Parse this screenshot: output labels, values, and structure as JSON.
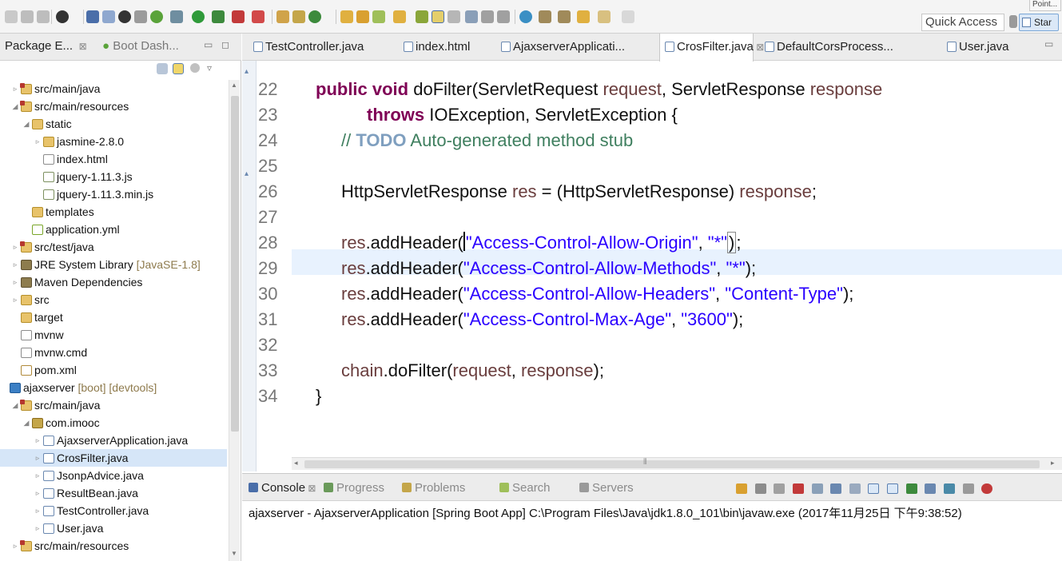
{
  "toolbar": {
    "quick_access_placeholder": "Quick Access",
    "perspective_label": "Star",
    "perspective_top": "Point..."
  },
  "package_explorer": {
    "tab_label": "Package E...",
    "boot_dashboard_label": "Boot Dash...",
    "tree": [
      {
        "label": "src/main/java",
        "suffix": "",
        "icon": "source-folder-icon",
        "level": 0,
        "twisty": "▹"
      },
      {
        "label": "src/main/resources",
        "suffix": "",
        "icon": "source-folder-icon",
        "level": 0,
        "twisty": "◢"
      },
      {
        "label": "static",
        "suffix": "",
        "icon": "folder-icon",
        "level": 1,
        "twisty": "◢"
      },
      {
        "label": "jasmine-2.8.0",
        "suffix": "",
        "icon": "folder-icon",
        "level": 2,
        "twisty": "▹"
      },
      {
        "label": "index.html",
        "suffix": "",
        "icon": "file-icon",
        "level": 2,
        "twisty": ""
      },
      {
        "label": "jquery-1.11.3.js",
        "suffix": "",
        "icon": "js-file-icon",
        "level": 2,
        "twisty": ""
      },
      {
        "label": "jquery-1.11.3.min.js",
        "suffix": "",
        "icon": "js-file-icon",
        "level": 2,
        "twisty": ""
      },
      {
        "label": "templates",
        "suffix": "",
        "icon": "folder-icon",
        "level": 1,
        "twisty": ""
      },
      {
        "label": "application.yml",
        "suffix": "",
        "icon": "yml-file-icon",
        "level": 1,
        "twisty": ""
      },
      {
        "label": "src/test/java",
        "suffix": "",
        "icon": "source-folder-icon",
        "level": 0,
        "twisty": "▹"
      },
      {
        "label": "JRE System Library",
        "suffix": "[JavaSE-1.8]",
        "icon": "library-icon",
        "level": 0,
        "twisty": "▹"
      },
      {
        "label": "Maven Dependencies",
        "suffix": "",
        "icon": "library-icon",
        "level": 0,
        "twisty": "▹"
      },
      {
        "label": "src",
        "suffix": "",
        "icon": "folder-icon",
        "level": 0,
        "twisty": "▹"
      },
      {
        "label": "target",
        "suffix": "",
        "icon": "folder-icon",
        "level": 0,
        "twisty": ""
      },
      {
        "label": "mvnw",
        "suffix": "",
        "icon": "file-icon",
        "level": 0,
        "twisty": ""
      },
      {
        "label": "mvnw.cmd",
        "suffix": "",
        "icon": "file-icon",
        "level": 0,
        "twisty": ""
      },
      {
        "label": "pom.xml",
        "suffix": "",
        "icon": "xml-file-icon",
        "level": 0,
        "twisty": ""
      },
      {
        "label": "ajaxserver",
        "suffix": "[boot] [devtools]",
        "icon": "project-icon",
        "level": -1,
        "twisty": ""
      },
      {
        "label": "src/main/java",
        "suffix": "",
        "icon": "source-folder-icon",
        "level": 0,
        "twisty": "◢"
      },
      {
        "label": "com.imooc",
        "suffix": "",
        "icon": "package-icon",
        "level": 1,
        "twisty": "◢"
      },
      {
        "label": "AjaxserverApplication.java",
        "suffix": "",
        "icon": "java-file-icon",
        "level": 2,
        "twisty": "▹"
      },
      {
        "label": "CrosFilter.java",
        "suffix": "",
        "icon": "java-file-icon",
        "level": 2,
        "twisty": "▹",
        "selected": true
      },
      {
        "label": "JsonpAdvice.java",
        "suffix": "",
        "icon": "java-file-icon",
        "level": 2,
        "twisty": "▹"
      },
      {
        "label": "ResultBean.java",
        "suffix": "",
        "icon": "java-file-icon",
        "level": 2,
        "twisty": "▹"
      },
      {
        "label": "TestController.java",
        "suffix": "",
        "icon": "java-file-icon",
        "level": 2,
        "twisty": "▹"
      },
      {
        "label": "User.java",
        "suffix": "",
        "icon": "java-file-icon",
        "level": 2,
        "twisty": "▹"
      },
      {
        "label": "src/main/resources",
        "suffix": "",
        "icon": "source-folder-icon",
        "level": 0,
        "twisty": "▹"
      }
    ]
  },
  "editor": {
    "tabs": [
      {
        "label": "TestController.java",
        "active": false
      },
      {
        "label": "index.html",
        "active": false
      },
      {
        "label": "AjaxserverApplicati...",
        "active": false
      },
      {
        "label": "CrosFilter.java",
        "active": true
      },
      {
        "label": "DefaultCorsProcess...",
        "active": false
      },
      {
        "label": "User.java",
        "active": false
      }
    ],
    "lines": [
      {
        "num": "22",
        "indent": "",
        "tokens": [
          {
            "t": "public void ",
            "c": "kw"
          },
          {
            "t": "doFilter(ServletRequest ",
            "c": ""
          },
          {
            "t": "request",
            "c": "var"
          },
          {
            "t": ", ServletResponse ",
            "c": ""
          },
          {
            "t": "response",
            "c": "var"
          }
        ]
      },
      {
        "num": "23",
        "indent": "    ",
        "tokens": [
          {
            "t": "throws ",
            "c": "kw"
          },
          {
            "t": "IOException, ServletException {",
            "c": ""
          }
        ]
      },
      {
        "num": "24",
        "indent": "  ",
        "tokens": [
          {
            "t": "// ",
            "c": "cmt"
          },
          {
            "t": "TODO",
            "c": "todo"
          },
          {
            "t": " Auto-generated method stub",
            "c": "cmt"
          }
        ]
      },
      {
        "num": "25",
        "indent": "",
        "tokens": []
      },
      {
        "num": "26",
        "indent": "  ",
        "tokens": [
          {
            "t": "HttpServletResponse ",
            "c": ""
          },
          {
            "t": "res",
            "c": "var"
          },
          {
            "t": " = (HttpServletResponse) ",
            "c": ""
          },
          {
            "t": "response",
            "c": "var"
          },
          {
            "t": ";",
            "c": ""
          }
        ]
      },
      {
        "num": "27",
        "indent": "",
        "tokens": []
      },
      {
        "num": "28",
        "indent": "  ",
        "tokens": [
          {
            "t": "res",
            "c": "var"
          },
          {
            "t": ".addHeader(",
            "c": ""
          },
          {
            "t": "CARET",
            "c": "caret"
          },
          {
            "t": "\"Access-Control-Allow-Origin\"",
            "c": "str"
          },
          {
            "t": ", ",
            "c": ""
          },
          {
            "t": "\"*\"",
            "c": "str"
          },
          {
            "t": ")",
            "c": "bracket"
          },
          {
            "t": ";",
            "c": ""
          }
        ]
      },
      {
        "num": "29",
        "indent": "  ",
        "tokens": [
          {
            "t": "res",
            "c": "var"
          },
          {
            "t": ".addHeader(",
            "c": ""
          },
          {
            "t": "\"Access-Control-Allow-Methods\"",
            "c": "str"
          },
          {
            "t": ", ",
            "c": ""
          },
          {
            "t": "\"*\"",
            "c": "str"
          },
          {
            "t": ");",
            "c": ""
          }
        ]
      },
      {
        "num": "30",
        "indent": "  ",
        "tokens": [
          {
            "t": "res",
            "c": "var"
          },
          {
            "t": ".addHeader(",
            "c": ""
          },
          {
            "t": "\"Access-Control-Allow-Headers\"",
            "c": "str"
          },
          {
            "t": ", ",
            "c": ""
          },
          {
            "t": "\"Content-Type\"",
            "c": "str"
          },
          {
            "t": ");",
            "c": ""
          }
        ]
      },
      {
        "num": "31",
        "indent": "  ",
        "tokens": [
          {
            "t": "res",
            "c": "var"
          },
          {
            "t": ".addHeader(",
            "c": ""
          },
          {
            "t": "\"Access-Control-Max-Age\"",
            "c": "str"
          },
          {
            "t": ", ",
            "c": ""
          },
          {
            "t": "\"3600\"",
            "c": "str"
          },
          {
            "t": ");",
            "c": ""
          }
        ]
      },
      {
        "num": "32",
        "indent": "",
        "tokens": []
      },
      {
        "num": "33",
        "indent": "  ",
        "tokens": [
          {
            "t": "chain",
            "c": "var"
          },
          {
            "t": ".doFilter(",
            "c": ""
          },
          {
            "t": "request",
            "c": "var"
          },
          {
            "t": ", ",
            "c": ""
          },
          {
            "t": "response",
            "c": "var"
          },
          {
            "t": ");",
            "c": ""
          }
        ]
      },
      {
        "num": "34",
        "indent": "",
        "tokens": [
          {
            "t": "}",
            "c": ""
          }
        ]
      }
    ]
  },
  "console": {
    "tabs": [
      {
        "label": "Console",
        "active": true,
        "icon": "console-icon"
      },
      {
        "label": "Progress",
        "active": false,
        "icon": "progress-icon"
      },
      {
        "label": "Problems",
        "active": false,
        "icon": "problems-icon"
      },
      {
        "label": "Search",
        "active": false,
        "icon": "search-icon"
      },
      {
        "label": "Servers",
        "active": false,
        "icon": "servers-icon"
      }
    ],
    "output_line": "ajaxserver - AjaxserverApplication [Spring Boot App] C:\\Program Files\\Java\\jdk1.8.0_101\\bin\\javaw.exe (2017年11月25日 下午9:38:52)"
  }
}
